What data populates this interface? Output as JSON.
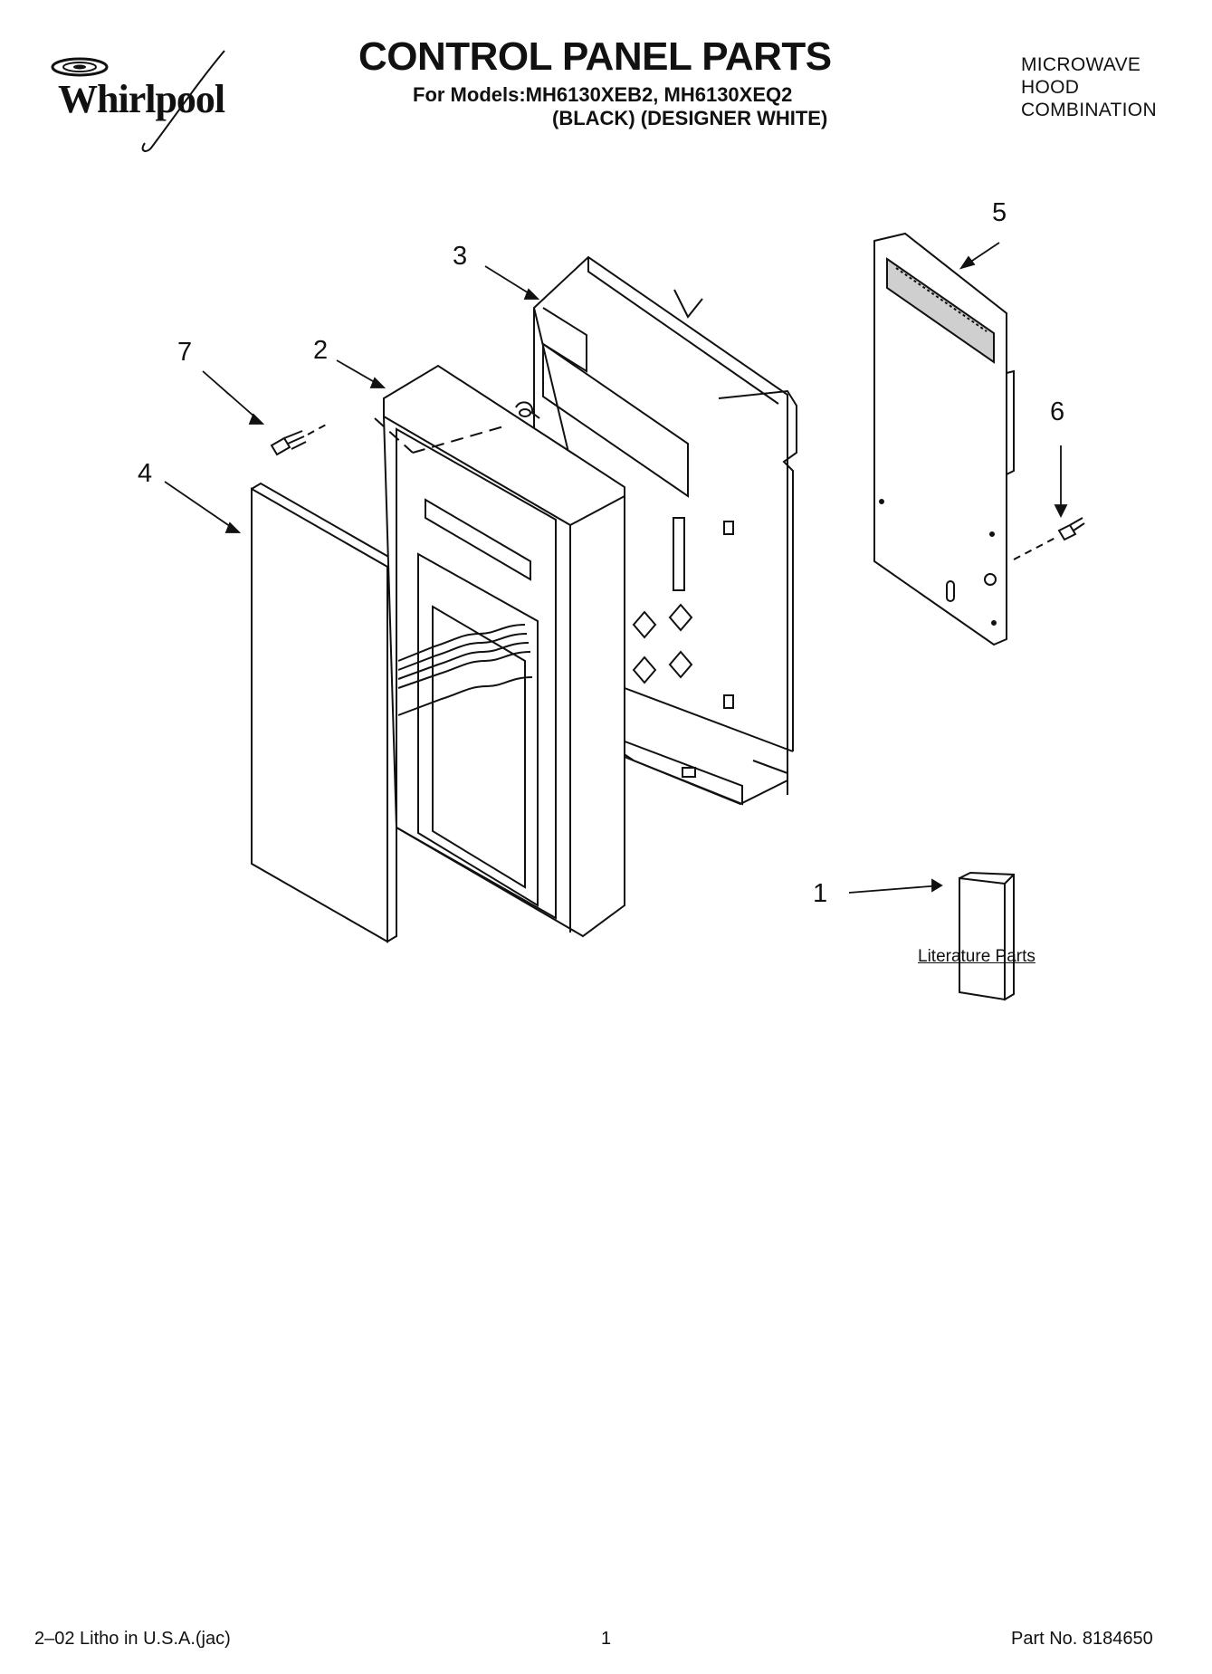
{
  "header": {
    "brand": "Whirlpool",
    "title": "CONTROL PANEL PARTS",
    "models_line": "For Models:MH6130XEB2, MH6130XEQ2",
    "variants_line": "(BLACK) (DESIGNER WHITE)",
    "product_type": [
      "MICROWAVE",
      "HOOD",
      "COMBINATION"
    ]
  },
  "callouts": [
    "1",
    "2",
    "3",
    "4",
    "5",
    "6",
    "7"
  ],
  "literature_label": "Literature Parts",
  "footer": {
    "left": "2–02 Litho in U.S.A.(jac)",
    "center": "1",
    "right": "Part No. 8184650"
  },
  "colors": {
    "ink": "#111111",
    "paper": "#ffffff",
    "shade": "#cfcfcf"
  }
}
